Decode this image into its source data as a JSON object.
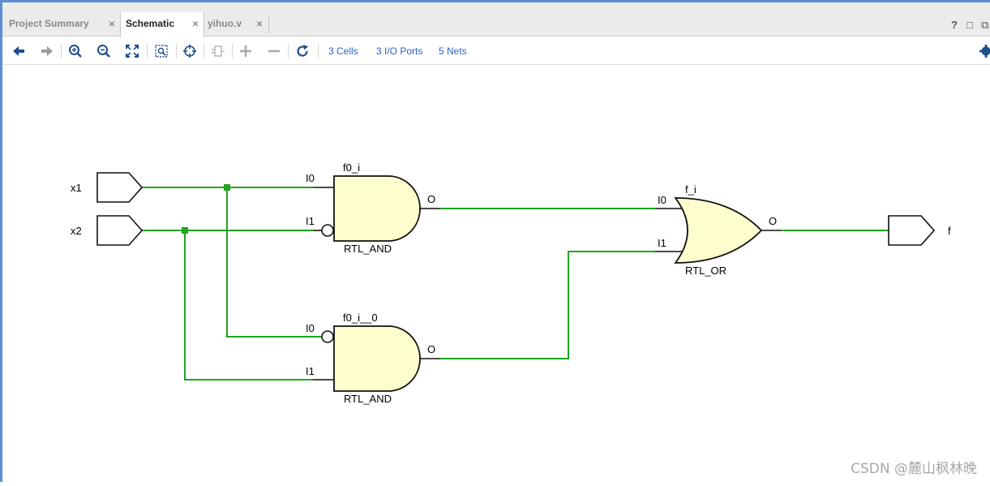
{
  "tabs": [
    {
      "label": "Project Summary",
      "active": false
    },
    {
      "label": "Schematic",
      "active": true
    },
    {
      "label": "yihuo.v",
      "active": false
    }
  ],
  "tab_close_glyph": "×",
  "window_controls": {
    "help": "?",
    "restore": "□",
    "float": "⧉"
  },
  "toolbar": {
    "icons": [
      "back-icon",
      "forward-icon",
      "zoom-in-icon",
      "zoom-out-icon",
      "fit-view-icon",
      "zoom-area-icon",
      "select-icon",
      "group-icon",
      "expand-icon",
      "collapse-icon",
      "refresh-icon",
      "settings-icon"
    ],
    "cells_link": "3 Cells",
    "ports_link": "3 I/O Ports",
    "nets_link": "5 Nets"
  },
  "schematic": {
    "inputs": [
      {
        "name": "x1"
      },
      {
        "name": "x2"
      }
    ],
    "output": {
      "name": "f"
    },
    "gates": [
      {
        "instance": "f0_i",
        "type": "RTL_AND",
        "pins": [
          "I0",
          "I1",
          "O"
        ]
      },
      {
        "instance": "f0_i__0",
        "type": "RTL_AND",
        "pins": [
          "I0",
          "I1",
          "O"
        ]
      },
      {
        "instance": "f_i",
        "type": "RTL_OR",
        "pins": [
          "I0",
          "I1",
          "O"
        ]
      }
    ],
    "colors": {
      "wire": "#1fa51f",
      "gate_fill": "#fdfdcd",
      "gate_stroke": "#111111",
      "link": "#2a64c4"
    }
  },
  "watermark": "CSDN @麓山枫林晚"
}
